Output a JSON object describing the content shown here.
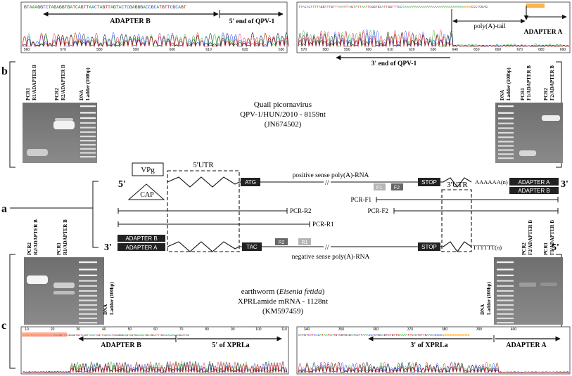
{
  "panel_labels": {
    "a": "a",
    "b": "b",
    "c": "c"
  },
  "top_left_trace": {
    "sequence": "GTAAAGGTCTAGAGGTGATCAGTTAACTAGTTAGTACTCGAGGGACCGCATGTTCGCAGT",
    "ticks": [
      "560",
      "570",
      "580",
      "590",
      "600",
      "610",
      "620",
      "630"
    ],
    "label_adapter": "ADAPTER B",
    "label_end": "5' end of QPV-1"
  },
  "top_right_trace": {
    "sequence": "TTACACTTTTAGGTTTGTTTAATTTAGTATTAATTCGGTGCATTGGTTTCCAAAAAAAAAAAAAAAAAAAAAAAAAAAAAANNNNCCCTCGAG",
    "ticks": [
      "570",
      "580",
      "590",
      "600",
      "610",
      "620",
      "630",
      "640",
      "650",
      "660",
      "670",
      "680",
      "690"
    ],
    "label_polyA": "poly(A)-tail",
    "label_adapter": "ADAPTER A",
    "label_end": "3' end of QPV-1"
  },
  "bottom_left_trace": {
    "sequence": "NNNNNNNNNNNNNNNNNNTAAAGGTCTAGAGGTGATCAGTTAACTAGTTAGTACTCGAGGGACGTAGTGACAACTGATGAATTTGACCAACAAACGAATAG",
    "ticks": [
      "10",
      "20",
      "30",
      "40",
      "50",
      "60",
      "70",
      "80",
      "90",
      "100",
      "110"
    ],
    "label_adapter": "ADAPTER B",
    "label_end": "5' of XPRLa"
  },
  "bottom_right_trace": {
    "sequence": "CATGTCTTCACATAATCATGTCGTGAGAACCTTAAACCACTGCAGTCTGTTGAAAATTCACTCTTGAACACCCCNNNNNNNNNNNNNN",
    "ticks": [
      "340",
      "350",
      "360",
      "370",
      "380",
      "390",
      "400"
    ],
    "label_end": "3' of XPRLa",
    "label_adapter": "ADAPTER A"
  },
  "gel_b_left": {
    "lane1": "PCR1 R1/ADAPTER B",
    "lane2": "PCR2 R2/ADAPTER B",
    "lane3": "DNA Ladder (100bp)"
  },
  "gel_b_right": {
    "lane1": "DNA Ladder (100bp)",
    "lane2": "PCR1 F1/ADAPTER B",
    "lane3": "PCR2 F2/ADAPTER B"
  },
  "gel_c_left": {
    "lane1": "PCR2 R2/ADAPTER B",
    "lane2": "PCR1 R1/ADAPTER B",
    "lane3": "DNA Ladder (100bp)"
  },
  "gel_c_right": {
    "lane1": "DNA Ladder (100bp)",
    "lane2": "PCR2 F2/ADAPTER B",
    "lane3": "PCR1 F1/ADAPTER B"
  },
  "qpv_title": {
    "line1": "Quail picornavirus",
    "line2": "QPV-1/HUN/2010 - 8159nt",
    "line3": "(JN674502)"
  },
  "ew_title": {
    "prefix": "earthworm (",
    "species": "Eisenia fetida",
    "suffix": ")",
    "line2": "XPRLamide mRNA - 1128nt",
    "line3": "(KM597459)"
  },
  "diagram": {
    "vpg": "VPg",
    "cap": "CAP",
    "utr5": "5'UTR",
    "utr3": "3'UTR",
    "five_prime": "5'",
    "three_prime": "3'",
    "atg": "ATG",
    "stop": "STOP",
    "tac": "TAC",
    "positive_label": "positive sense poly(A)-RNA",
    "negative_label": "negative sense poly(A)-RNA",
    "polyA": "AAAAAA(n)",
    "polyT": "TTTTTT(n)",
    "adapter_a": "ADAPTER A",
    "adapter_b": "ADAPTER B",
    "f1": "F1",
    "f2": "F2",
    "r1": "R1",
    "r2": "R2",
    "pcr_f1": "PCR-F1",
    "pcr_f2": "PCR-F2",
    "pcr_r1": "PCR-R1",
    "pcr_r2": "PCR-R2"
  },
  "colors": {
    "A": "#22aa22",
    "C": "#1a3cff",
    "G": "#111111",
    "T": "#e01818",
    "N": "#ff9900",
    "gel": "#7a7a7a"
  }
}
